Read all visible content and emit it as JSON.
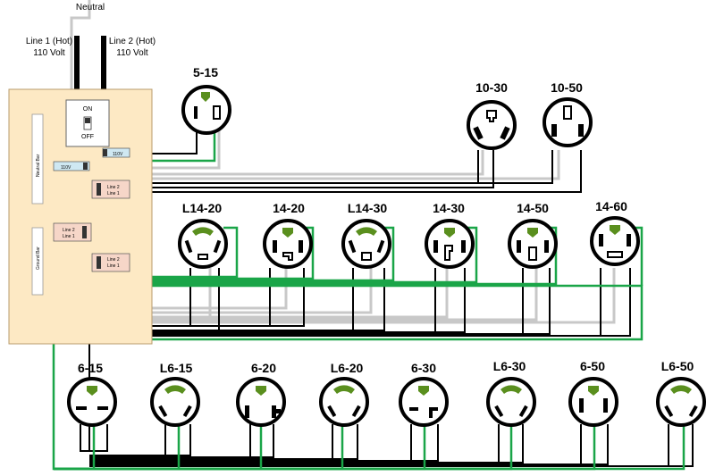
{
  "labels": {
    "neutral": "Neutral",
    "line1_a": "Line 1 (Hot)",
    "line1_b": "110 Volt",
    "line2_a": "Line 2 (Hot)",
    "line2_b": "110 Volt",
    "main_on": "ON",
    "main_off": "OFF",
    "neutral_bar": "Neutral Bar",
    "ground_bar": "Ground Bar",
    "b110_a": "110V",
    "b110_b": "110V",
    "b240_l2": "Line 2",
    "b240_l1": "Line 1"
  },
  "receptacles": {
    "r515": "5-15",
    "r1030": "10-30",
    "r1050": "10-50",
    "rL1420": "L14-20",
    "r1420": "14-20",
    "rL1430": "L14-30",
    "r1430": "14-30",
    "r1450": "14-50",
    "r1460": "14-60",
    "r615": "6-15",
    "rL615": "L6-15",
    "r620": "6-20",
    "rL620": "L6-20",
    "r630": "6-30",
    "rL630": "L6-30",
    "r650": "6-50",
    "rL650": "L6-50"
  },
  "colors": {
    "hot": "#000000",
    "neutral": "#c8c8c8",
    "ground": "#1aa548",
    "panel": "#fde9c4",
    "breaker_blue": "#cfe8f2",
    "breaker_pink": "#f6d6c8",
    "ground_pin": "#5a8f1e"
  }
}
